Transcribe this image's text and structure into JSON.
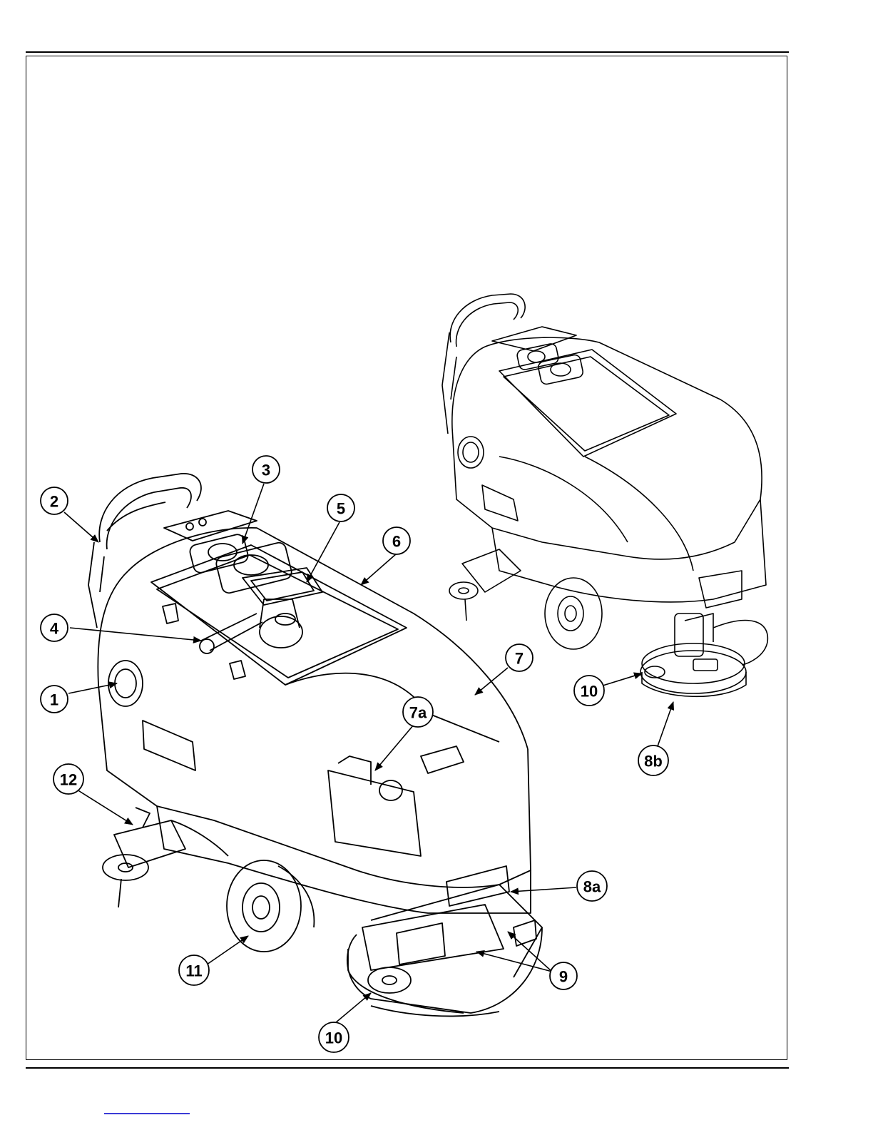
{
  "callouts": {
    "c1": "1",
    "c2": "2",
    "c3": "3",
    "c4": "4",
    "c5": "5",
    "c6": "6",
    "c7": "7",
    "c7a": "7a",
    "c8a": "8a",
    "c8b": "8b",
    "c9": "9",
    "c10_main": "10",
    "c10_small": "10",
    "c11": "11",
    "c12": "12"
  },
  "colors": {
    "line": "#000000",
    "link": "#3b3bd6"
  }
}
